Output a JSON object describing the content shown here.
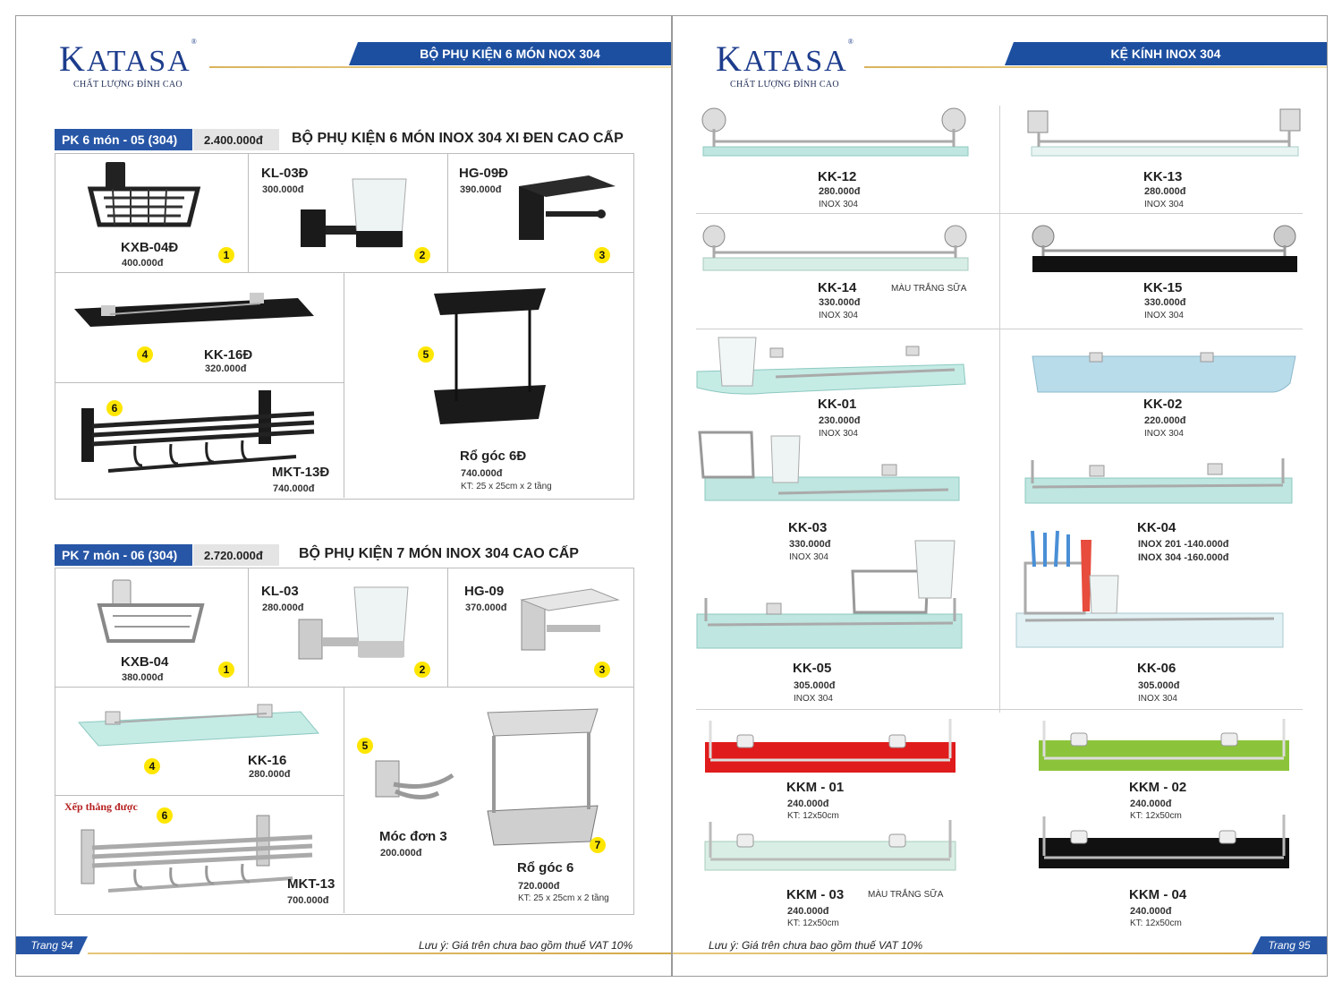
{
  "brand": {
    "name_first": "K",
    "name_rest": "ATASA",
    "reg": "®",
    "tagline": "CHẤT LƯỢNG ĐỈNH CAO"
  },
  "left": {
    "banner": "BỘ PHỤ KIỆN 6 MÓN NOX 304",
    "set1": {
      "label": "PK 6 món - 05 (304)",
      "price": "2.400.000đ",
      "title": "BỘ PHỤ KIỆN 6 MÓN INOX 304 XI ĐEN CAO CẤP",
      "items": [
        {
          "code": "KXB-04Đ",
          "price": "400.000đ",
          "num": "1"
        },
        {
          "code": "KL-03Đ",
          "price": "300.000đ",
          "num": "2"
        },
        {
          "code": "HG-09Đ",
          "price": "390.000đ",
          "num": "3"
        },
        {
          "code": "KK-16Đ",
          "price": "320.000đ",
          "num": "4"
        },
        {
          "code": "Rổ góc 6Đ",
          "price": "740.000đ",
          "size": "KT: 25 x 25cm x 2 tầng",
          "num": "5"
        },
        {
          "code": "MKT-13Đ",
          "price": "740.000đ",
          "num": "6"
        }
      ]
    },
    "set2": {
      "label": "PK 7 món - 06 (304)",
      "price": "2.720.000đ",
      "title": "BỘ PHỤ KIỆN 7 MÓN INOX 304 CAO CẤP",
      "items": [
        {
          "code": "KXB-04",
          "price": "380.000đ",
          "num": "1"
        },
        {
          "code": "KL-03",
          "price": "280.000đ",
          "num": "2"
        },
        {
          "code": "HG-09",
          "price": "370.000đ",
          "num": "3"
        },
        {
          "code": "KK-16",
          "price": "280.000đ",
          "num": "4"
        },
        {
          "code": "Móc đơn 3",
          "price": "200.000đ",
          "num": "5"
        },
        {
          "code": "MKT-13",
          "price": "700.000đ",
          "num": "6",
          "note": "Xếp thẳng được"
        },
        {
          "code": "Rổ góc 6",
          "price": "720.000đ",
          "size": "KT: 25 x 25cm x 2 tầng",
          "num": "7"
        }
      ]
    },
    "page": "Trang 94",
    "note": "Lưu ý: Giá trên chưa bao gồm thuế VAT 10%"
  },
  "right": {
    "banner": "KỆ KÍNH INOX 304",
    "items": [
      {
        "code": "KK-12",
        "price": "280.000đ",
        "mat": "INOX 304"
      },
      {
        "code": "KK-13",
        "price": "280.000đ",
        "mat": "INOX 304"
      },
      {
        "code": "KK-14",
        "price": "330.000đ",
        "mat": "INOX 304",
        "extra": "MÀU TRẮNG SỮA"
      },
      {
        "code": "KK-15",
        "price": "330.000đ",
        "mat": "INOX 304"
      },
      {
        "code": "KK-01",
        "price": "230.000đ",
        "mat": "INOX 304"
      },
      {
        "code": "KK-02",
        "price": "220.000đ",
        "mat": "INOX 304"
      },
      {
        "code": "KK-03",
        "price": "330.000đ",
        "mat": "INOX 304"
      },
      {
        "code": "KK-04",
        "line1": "INOX 201 -140.000đ",
        "line2": "INOX 304 -160.000đ"
      },
      {
        "code": "KK-05",
        "price": "305.000đ",
        "mat": "INOX 304"
      },
      {
        "code": "KK-06",
        "price": "305.000đ",
        "mat": "INOX 304"
      },
      {
        "code": "KKM - 01",
        "price": "240.000đ",
        "size": "KT: 12x50cm"
      },
      {
        "code": "KKM - 02",
        "price": "240.000đ",
        "size": "KT: 12x50cm"
      },
      {
        "code": "KKM - 03",
        "price": "240.000đ",
        "size": "KT: 12x50cm",
        "extra": "MÀU TRẮNG SỮA"
      },
      {
        "code": "KKM - 04",
        "price": "240.000đ",
        "size": "KT: 12x50cm"
      }
    ],
    "page": "Trang 95",
    "note": "Lưu ý: Giá trên chưa bao gồm thuế VAT 10%"
  },
  "colors": {
    "navy": "#1d4fa0",
    "gold": "#d9b35c",
    "badge": "#ffe600",
    "glass": "#bfe6e0",
    "red_shelf": "#e01b1b",
    "green_shelf": "#8bc43a",
    "black_shelf": "#111111"
  }
}
